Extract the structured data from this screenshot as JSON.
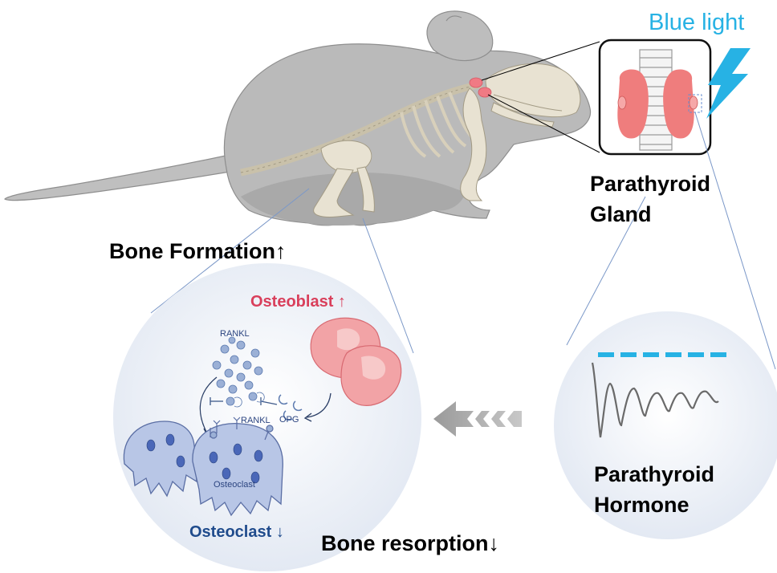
{
  "labels": {
    "blue_light": "Blue light",
    "parathyroid_gland_line1": "Parathyroid",
    "parathyroid_gland_line2": "Gland",
    "bone_formation": "Bone Formation↑",
    "osteoblast": "Osteoblast ↑",
    "rankl_top": "RANKL",
    "rankl_bottom": "RANKL",
    "opg": "OPG",
    "osteoclast_cell": "Osteoclast",
    "osteoclast_down": "Osteoclast ↓",
    "bone_resorption": "Bone resorption↓",
    "pth_line1": "Parathyroid",
    "pth_line2": "Hormone"
  },
  "colors": {
    "blue_light": "#27b2e4",
    "osteoblast_red": "#d93f5b",
    "osteoclast_blue": "#1f4b8c",
    "gland_pink": "#ee7b7b",
    "mouse_gray": "#b8b8b8",
    "circle_fill": "#eef2f8"
  },
  "icons": [
    "mouse-icon",
    "skeleton-icon",
    "lightning-bolt-icon",
    "parathyroid-gland-icon",
    "osteoblast-cell-icon",
    "osteoclast-cell-icon",
    "chevron-arrow-icon",
    "hormone-wave-icon"
  ]
}
